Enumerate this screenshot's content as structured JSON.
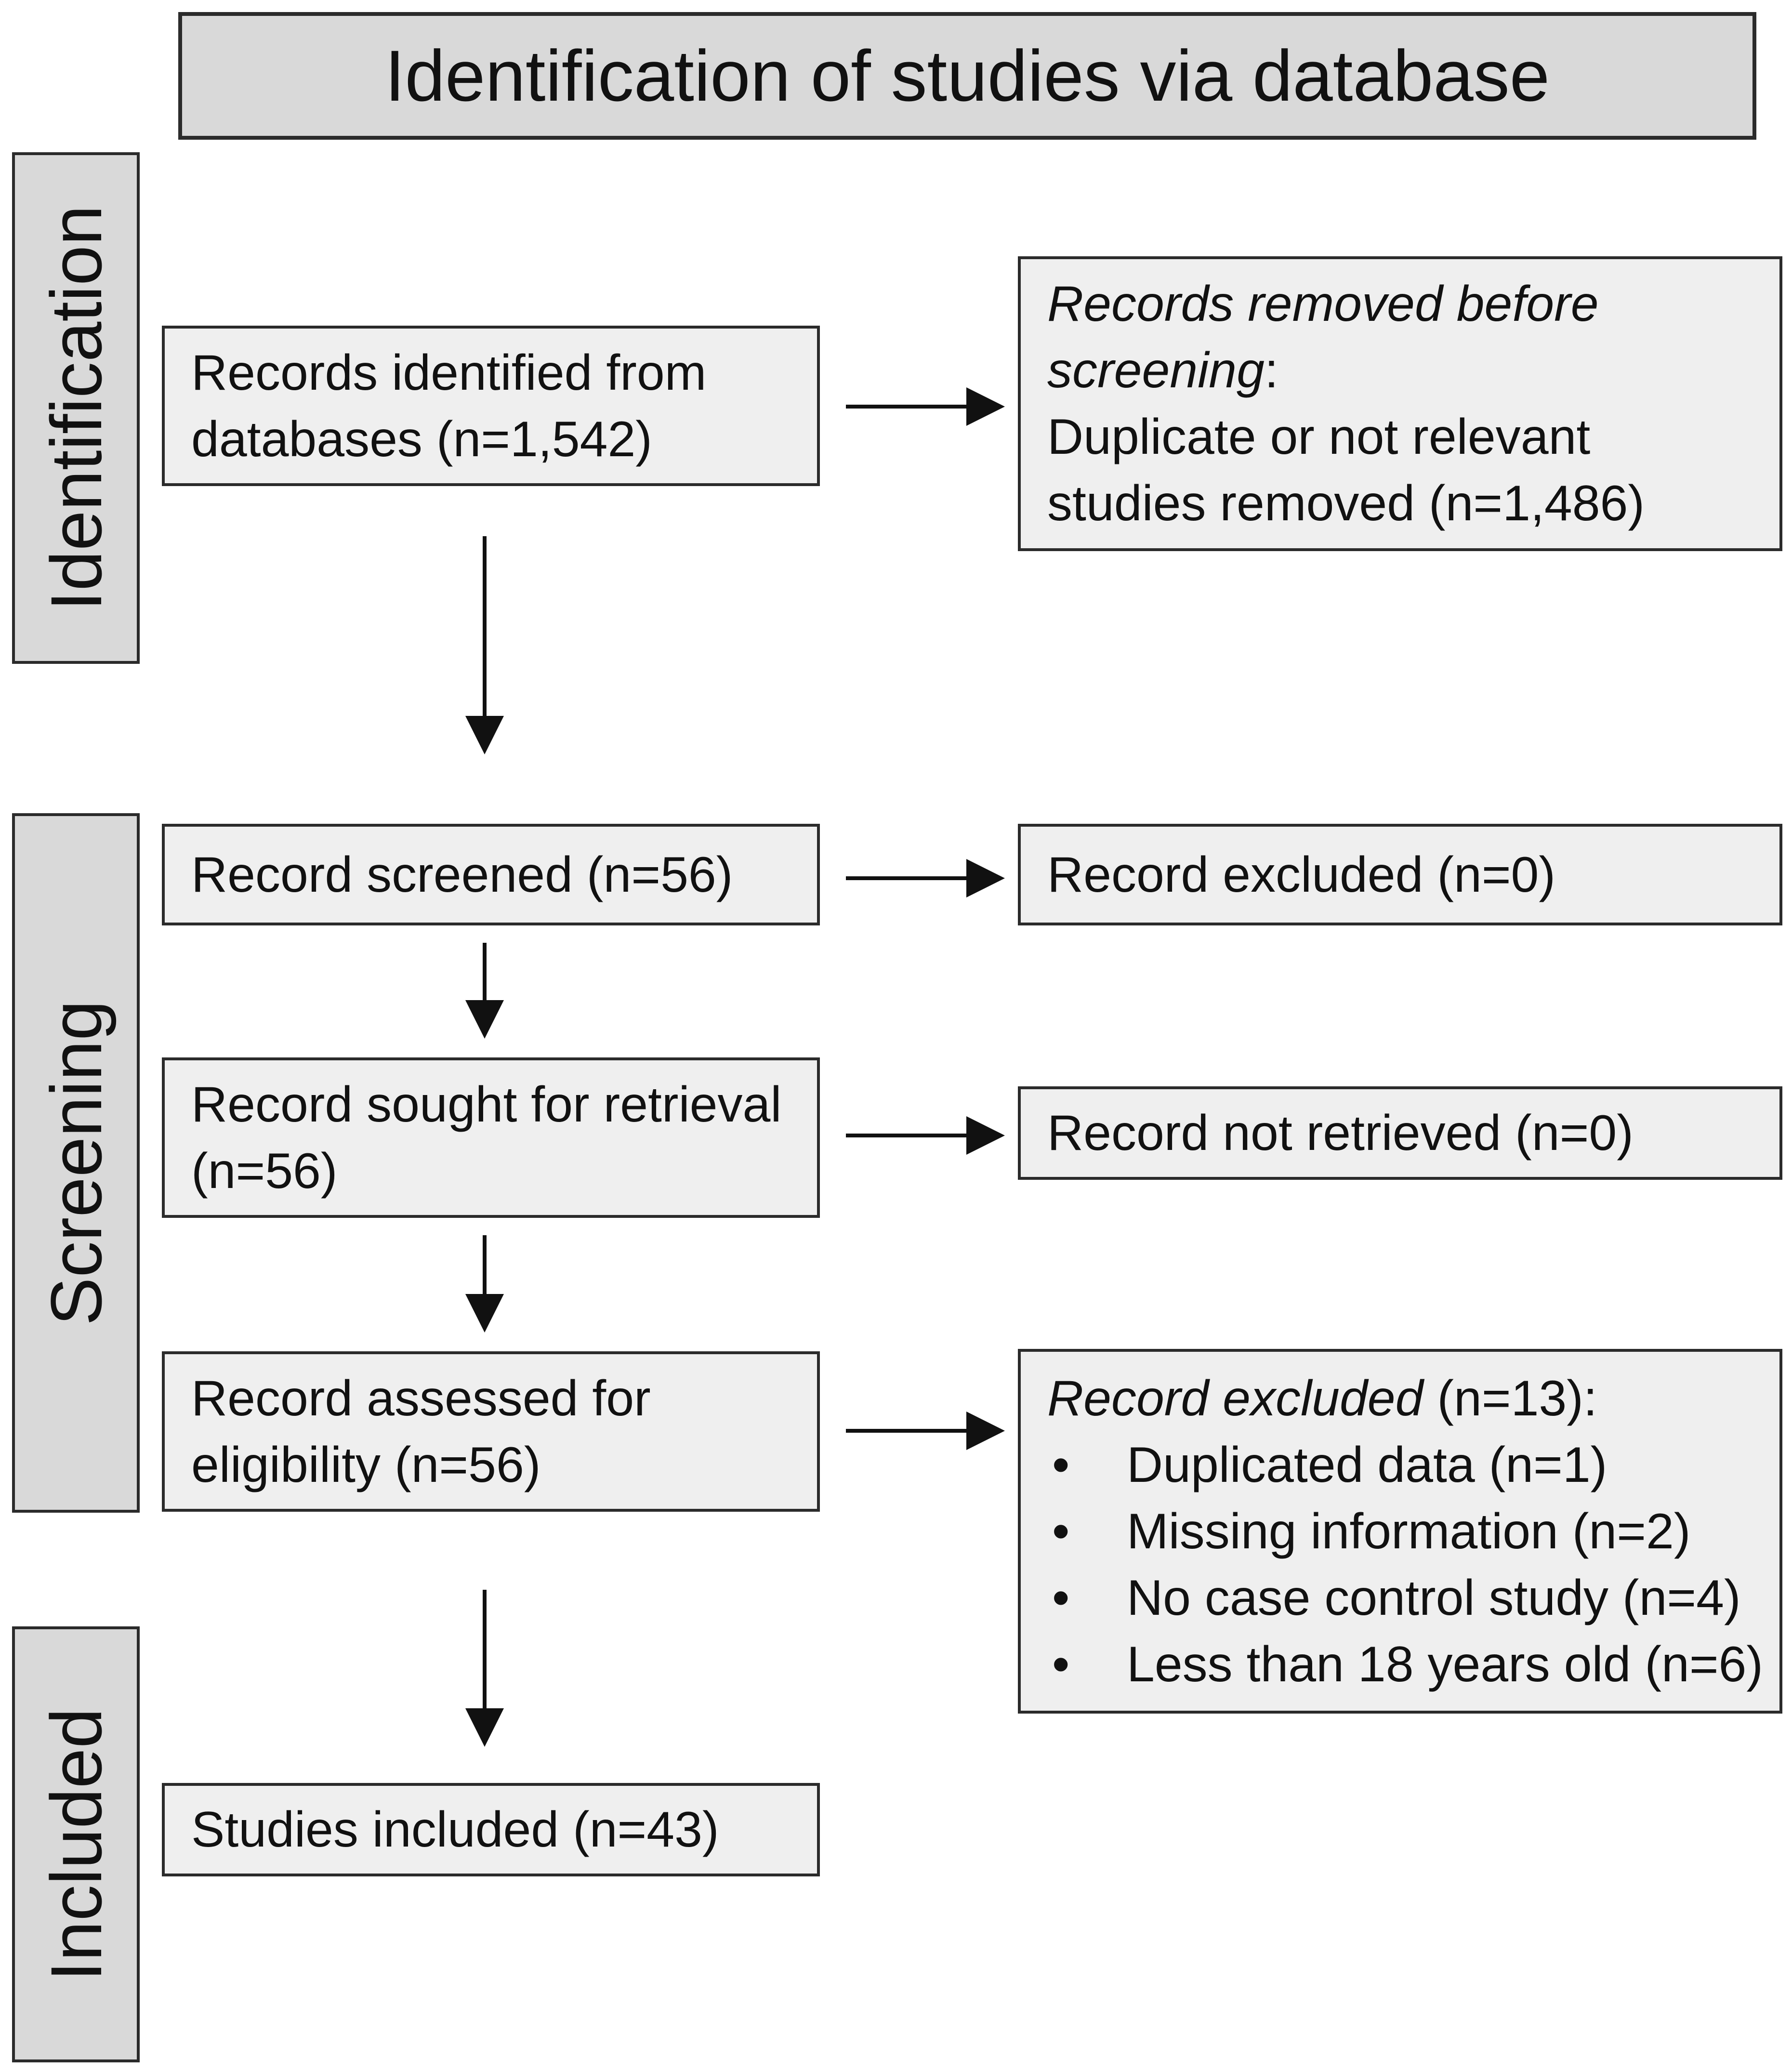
{
  "title": "Identification of studies via database",
  "phases": {
    "identification": "Identification",
    "screening": "Screening",
    "included": "Included"
  },
  "left_boxes": {
    "identified": [
      "Records identified from",
      "databases (n=1,542)"
    ],
    "screened": "Record screened (n=56)",
    "sought": [
      "Record sought for retrieval",
      "(n=56)"
    ],
    "assessed": [
      "Record assessed for",
      "eligibility (n=56)"
    ],
    "included": "Studies included (n=43)"
  },
  "right_boxes": {
    "removed": {
      "heading_italic_1": "Records removed before",
      "heading_italic_2": "screening",
      "heading_colon": ":",
      "line_3": "Duplicate or not relevant",
      "line_4": "studies removed (n=1,486)"
    },
    "excluded_screen": "Record excluded (n=0)",
    "not_retrieved": "Record not retrieved  (n=0)",
    "excluded_eligibility": {
      "heading_italic": "Record excluded",
      "heading_rest": " (n=13):",
      "bullet_char": "•",
      "reasons": [
        "Duplicated data (n=1)",
        "Missing information (n=2)",
        "No case control study (n=4)",
        "Less than 18 years old (n=6)"
      ]
    }
  }
}
